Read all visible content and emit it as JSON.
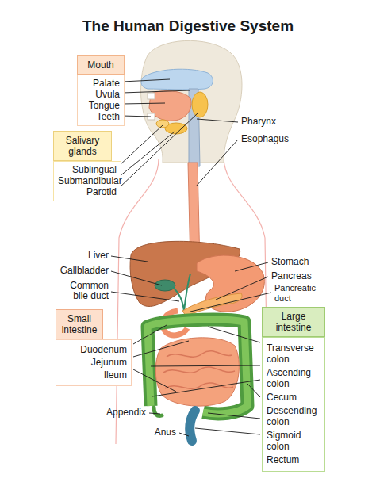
{
  "diagram": {
    "title": "The Human Digestive System",
    "nodes": [
      {
        "text": [
          "Mouth",
          "Palate",
          "Uvula",
          "Tongue",
          "Teeth"
        ]
      },
      {
        "text": [
          "Salivary glands",
          "Sublingual",
          "Submandibular",
          "Parotid"
        ]
      },
      {
        "text": [
          "Small intestine",
          "Duodenum",
          "Jejunum",
          "Ileum"
        ]
      },
      {
        "text": [
          "Large intestine",
          "Transverse colon",
          "Ascending colon",
          "Cecum",
          "Descending colon",
          "Sigmoid colon",
          "Rectum"
        ]
      }
    ],
    "labels": [
      "Pharynx",
      "Esophagus",
      "Liver",
      "Gallbladder",
      "Common bile duct",
      "Stomach",
      "Pancreas",
      "Pancreatic duct",
      "Appendix",
      "Anus"
    ]
  }
}
